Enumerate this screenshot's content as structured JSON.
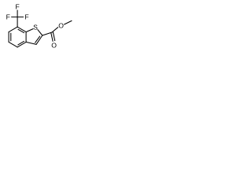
{
  "molecule": {
    "atoms": {
      "fluorine_top": "F",
      "fluorine_left": "F",
      "fluorine_right": "F",
      "sulfur": "S",
      "oxygen_methoxy": "O",
      "oxygen_carbonyl": "O"
    }
  }
}
